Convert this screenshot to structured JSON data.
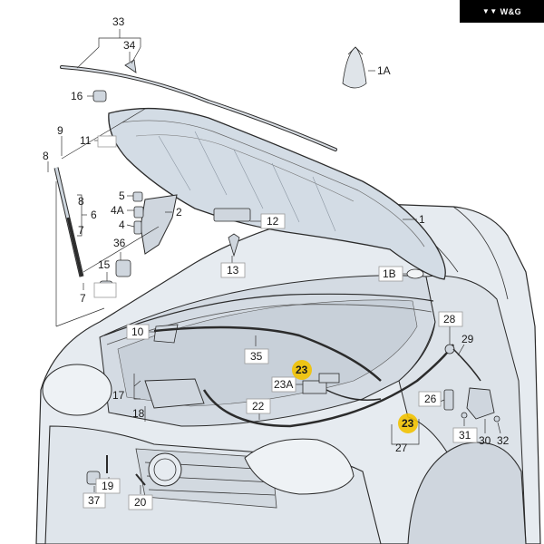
{
  "brand": {
    "logo_icon": "wg-logo-icon",
    "text": "W&G"
  },
  "colors": {
    "highlight": "#f2c200",
    "car_fill": "#e3e8ee",
    "hood_fill": "#cfd8e1",
    "line": "#2b2b2b"
  },
  "parts": [
    {
      "id": "p33",
      "text": "33"
    },
    {
      "id": "p34",
      "text": "34"
    },
    {
      "id": "p1A",
      "text": "1A"
    },
    {
      "id": "p16",
      "text": "16"
    },
    {
      "id": "p9",
      "text": "9"
    },
    {
      "id": "p11",
      "text": "11"
    },
    {
      "id": "p8",
      "text": "8"
    },
    {
      "id": "p5",
      "text": "5"
    },
    {
      "id": "p4A",
      "text": "4A"
    },
    {
      "id": "p4",
      "text": "4"
    },
    {
      "id": "p2",
      "text": "2"
    },
    {
      "id": "p8b",
      "text": "8"
    },
    {
      "id": "p6",
      "text": "6"
    },
    {
      "id": "p7a",
      "text": "7"
    },
    {
      "id": "p36",
      "text": "36"
    },
    {
      "id": "p15",
      "text": "15"
    },
    {
      "id": "p7b",
      "text": "7"
    },
    {
      "id": "p12",
      "text": "12"
    },
    {
      "id": "p13",
      "text": "13"
    },
    {
      "id": "p1",
      "text": "1"
    },
    {
      "id": "p1B",
      "text": "1B"
    },
    {
      "id": "p10",
      "text": "10"
    },
    {
      "id": "p35",
      "text": "35"
    },
    {
      "id": "p28",
      "text": "28"
    },
    {
      "id": "p29",
      "text": "29"
    },
    {
      "id": "p23a",
      "text": "23",
      "highlight": true
    },
    {
      "id": "p23A",
      "text": "23A"
    },
    {
      "id": "p17",
      "text": "17"
    },
    {
      "id": "p18",
      "text": "18"
    },
    {
      "id": "p22",
      "text": "22"
    },
    {
      "id": "p26",
      "text": "26"
    },
    {
      "id": "p23b",
      "text": "23",
      "highlight": true
    },
    {
      "id": "p27",
      "text": "27"
    },
    {
      "id": "p31",
      "text": "31"
    },
    {
      "id": "p30",
      "text": "30"
    },
    {
      "id": "p32",
      "text": "32"
    },
    {
      "id": "p19",
      "text": "19"
    },
    {
      "id": "p37",
      "text": "37"
    },
    {
      "id": "p20",
      "text": "20"
    }
  ]
}
